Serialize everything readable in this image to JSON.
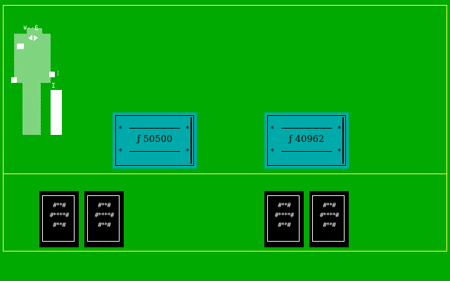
{
  "dealer": {
    "caption": "¥··È",
    "icon": "dealer-figure-icon"
  },
  "banks": [
    {
      "name": "left-bank",
      "currency": "ƒ",
      "amount": "ƒ 50500"
    },
    {
      "name": "right-bank",
      "currency": "ƒ",
      "amount": "ƒ 40962"
    }
  ],
  "plate_star": "*",
  "card_back_pattern": "#**#\n#****#\n#**#",
  "cards": [
    {
      "hand": "left",
      "index": 1
    },
    {
      "hand": "left",
      "index": 2
    },
    {
      "hand": "right",
      "index": 1
    },
    {
      "hand": "right",
      "index": 2
    }
  ],
  "colors": {
    "felt": "#00aa00",
    "frame": "#ffff55",
    "plate": "#00aaaa",
    "card_back": "#000000",
    "card_line": "#ffffff"
  }
}
